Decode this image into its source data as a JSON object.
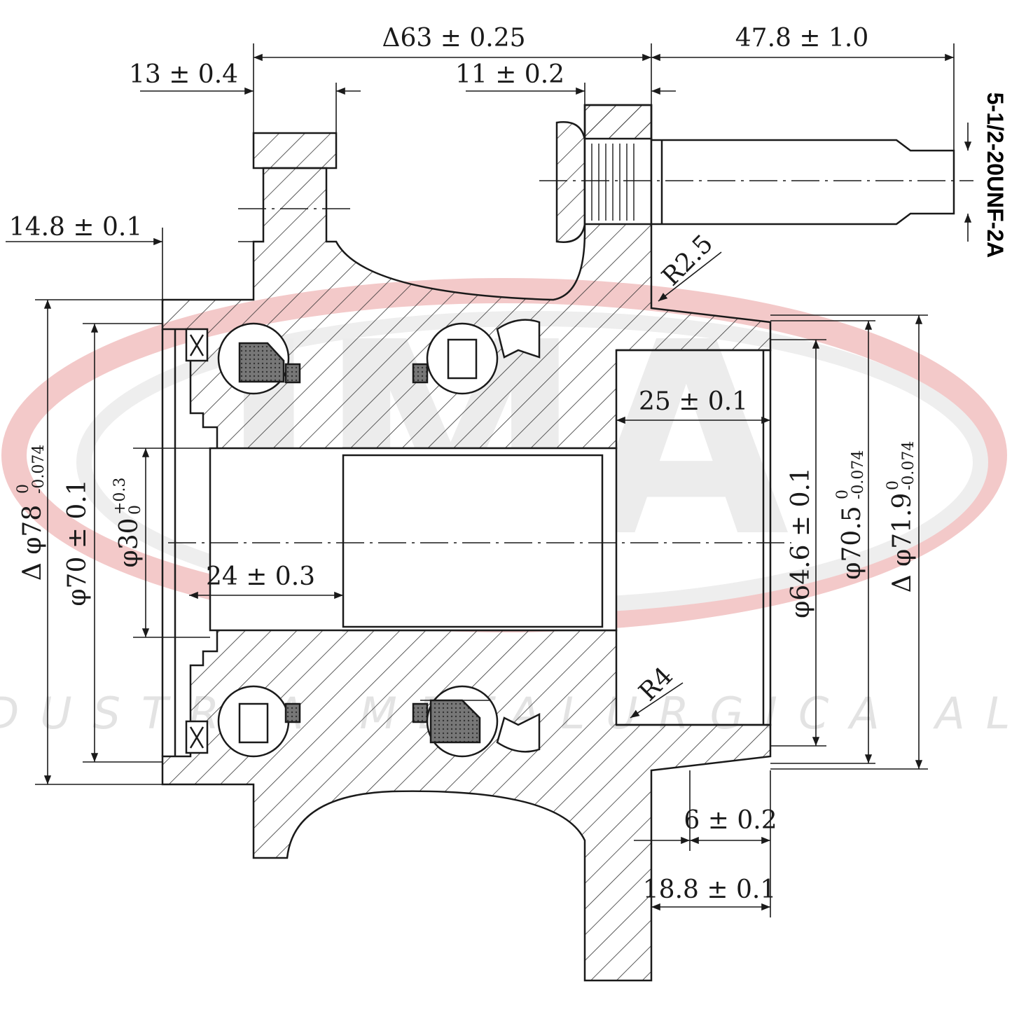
{
  "watermark": {
    "logo": "IMA",
    "company": "INDUSTRIA METALURGICA ALLI"
  },
  "thread_spec": "5-1/2-20UNF-2A",
  "dimensions": {
    "overall_flange": "Δ63 ± 0.25",
    "stud_length": "47.8 ± 1.0",
    "flange_offset": "13 ± 0.4",
    "flange_thickness": "11 ± 0.2",
    "seal_offset": "14.8 ± 0.1",
    "radius_top": "R2.5",
    "radius_inner": "R4",
    "pilot_depth": "25 ± 0.1",
    "bore_depth": "24 ± 0.3",
    "step_width": "6 ± 0.2",
    "pilot_length": "18.8 ± 0.1",
    "outer_diameter": "Δ φ78",
    "outer_diameter_tol_upper": "0",
    "outer_diameter_tol_lower": "-0.074",
    "seal_diameter": "φ70 ± 0.1",
    "bore_diameter": "φ30",
    "bore_tol_upper": "+0.3",
    "bore_tol_lower": "0",
    "pilot_diameter": "φ64.6 ± 0.1",
    "pilot_outer": "φ70.5",
    "pilot_outer_tol_upper": "0",
    "pilot_outer_tol_lower": "-0.074",
    "register_diameter": "Δ φ71.9",
    "register_tol_upper": "0",
    "register_tol_lower": "-0.074"
  },
  "colors": {
    "line": "#1a1a1a",
    "watermark_red": "#f3c9c9",
    "watermark_gray": "#e6e6e6",
    "ball_fill": "#555555"
  }
}
